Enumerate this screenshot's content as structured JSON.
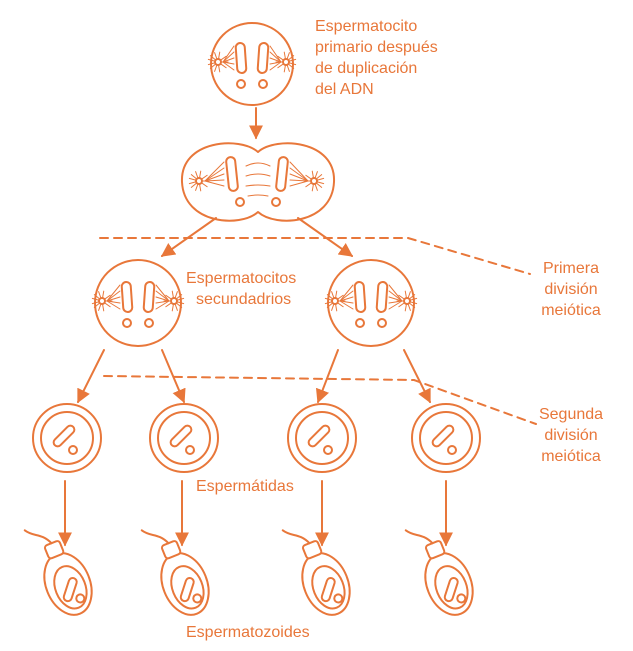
{
  "colors": {
    "stroke": "#e8773a",
    "fill": "#ffffff",
    "text": "#e8773a"
  },
  "labels": {
    "primary_line1": "Espermatocito",
    "primary_line2": "primario después",
    "primary_line3": "de duplicación",
    "primary_line4": "del ADN",
    "secondary_line1": "Espermatocitos",
    "secondary_line2": "secundadrios",
    "spermatids": "Espermátidas",
    "spermatozoa": "Espermatozoides",
    "first_div_line1": "Primera",
    "first_div_line2": "división",
    "first_div_line3": "meiótica",
    "second_div_line1": "Segunda",
    "second_div_line2": "división",
    "second_div_line3": "meiótica"
  }
}
